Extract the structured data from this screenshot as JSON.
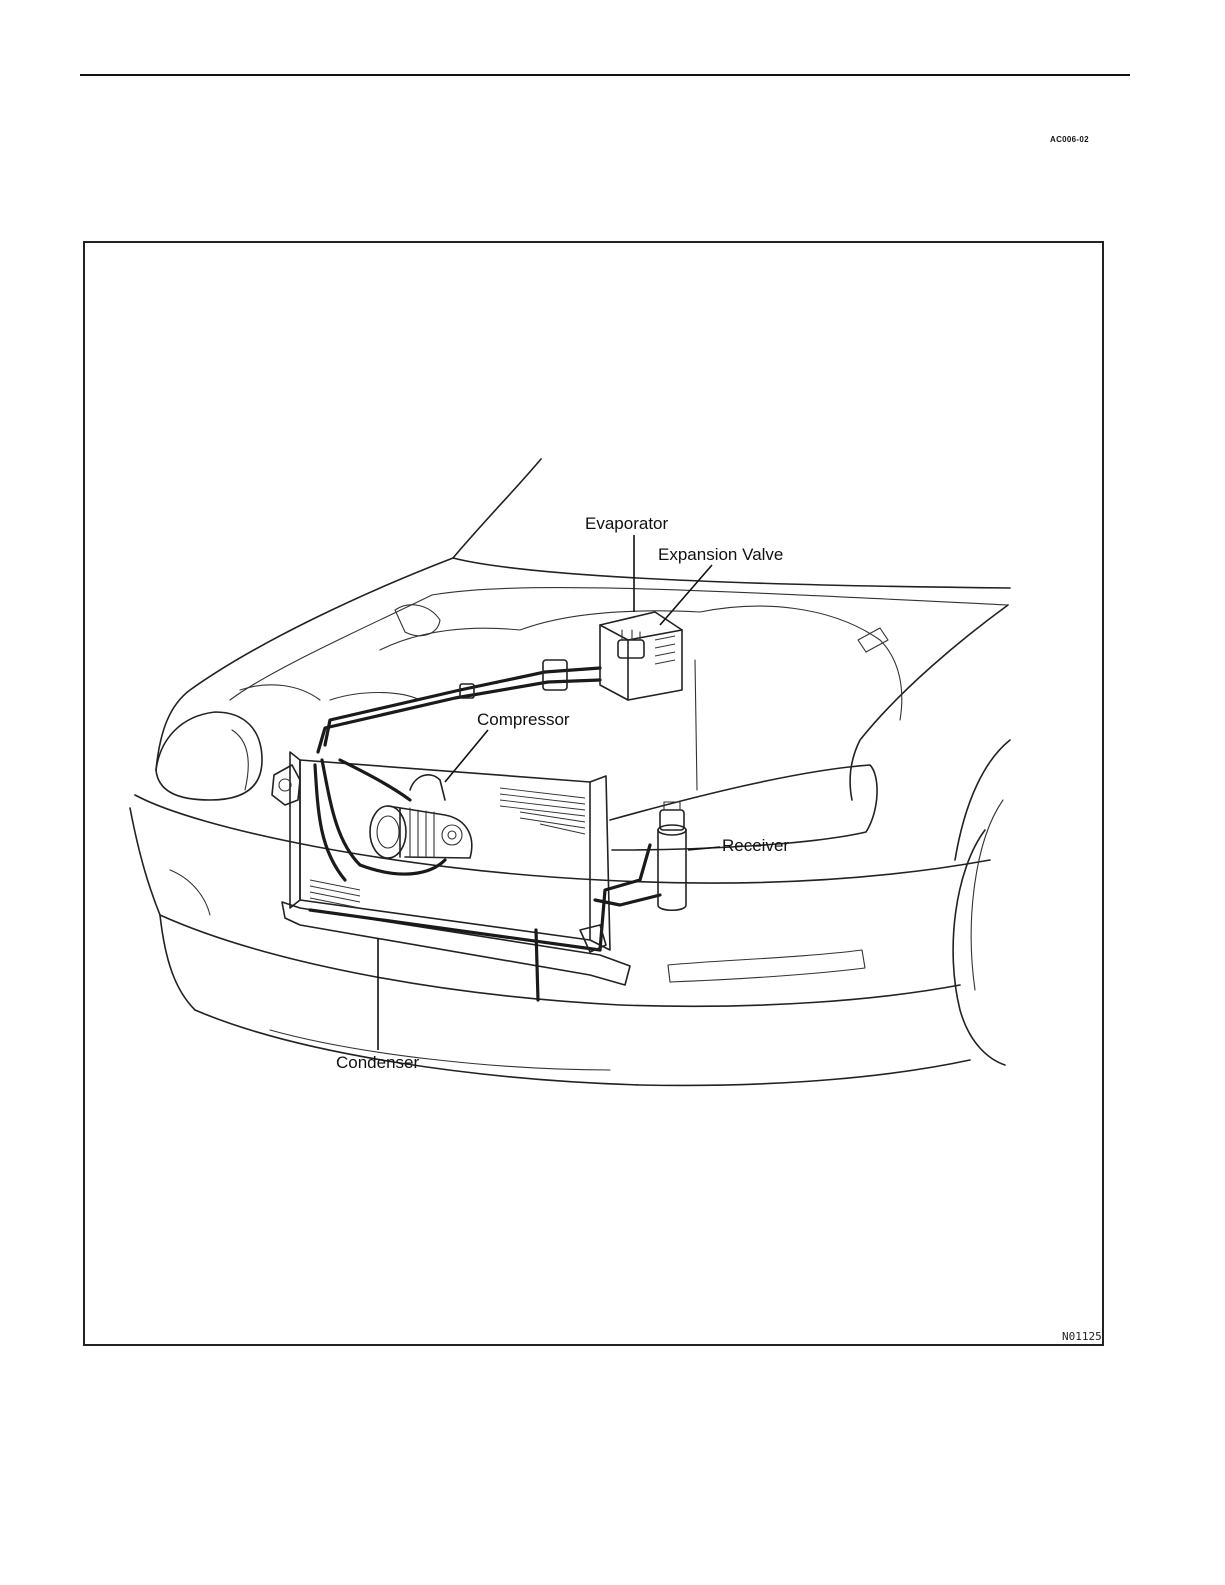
{
  "header": {
    "page_code": "AC006-02"
  },
  "figure": {
    "figure_id": "N01125",
    "callouts": {
      "evaporator": "Evaporator",
      "expansion_valve": "Expansion Valve",
      "compressor": "Compressor",
      "receiver": "Receiver",
      "condenser": "Condenser"
    }
  }
}
